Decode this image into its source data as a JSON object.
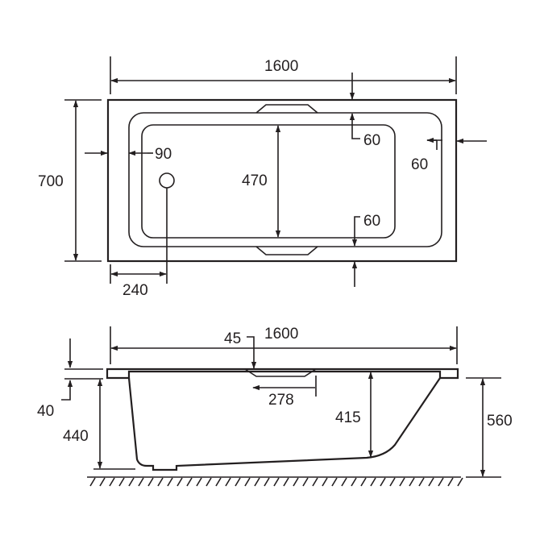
{
  "plan_view": {
    "overall_length": "1600",
    "overall_width": "700",
    "inner_width": "470",
    "waste_offset": "90",
    "waste_position": "240",
    "rim_top": "60",
    "rim_bottom": "60",
    "rim_end": "60"
  },
  "side_view": {
    "overall_length": "1600",
    "handle_offset": "45",
    "handle_length": "278",
    "rim_depth": "40",
    "height_to_rim": "440",
    "bath_depth": "415",
    "total_height": "560"
  }
}
